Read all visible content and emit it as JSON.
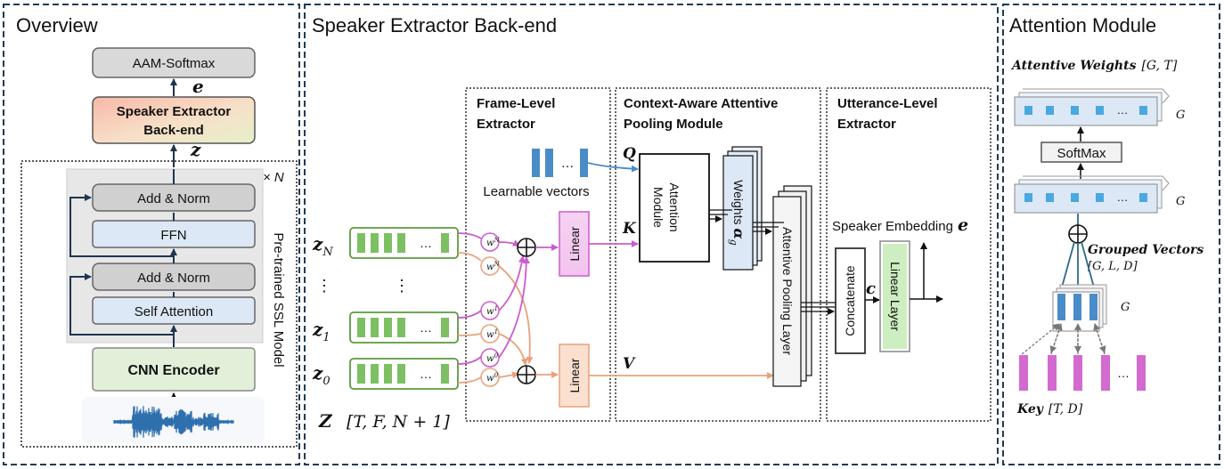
{
  "overview": {
    "title": "Overview",
    "aam_softmax": "AAM-Softmax",
    "e": "e",
    "backend_line1": "Speaker Extractor",
    "backend_line2": "Back-end",
    "z": "z",
    "times_n": "× N",
    "add_norm_top": "Add & Norm",
    "ffn": "FFN",
    "add_norm_bottom": "Add & Norm",
    "self_attention": "Self Attention",
    "cnn_encoder": "CNN Encoder",
    "ssl_label": "Pre-trained SSL Model"
  },
  "backend": {
    "title": "Speaker Extractor Back-end",
    "frame_title_1": "Frame-Level",
    "frame_title_2": "Extractor",
    "pool_title_1": "Context-Aware Attentive",
    "pool_title_2": "Pooling Module",
    "utt_title_1": "Utterance-Level",
    "utt_title_2": "Extractor",
    "learnable": "Learnable vectors",
    "ellipsis": "…",
    "vdots": "⋮",
    "zN": "z",
    "zN_sub": "N",
    "z1": "z",
    "z1_sub": "1",
    "z0": "z",
    "z0_sub": "0",
    "Z": "Z",
    "Z_shape": "[T, F, N + 1]",
    "Q": "Q",
    "K": "K",
    "V": "V",
    "linear_top": "Linear",
    "linear_bottom": "Linear",
    "attention_module_1": "Attention",
    "attention_module_2": "Module",
    "weights": "Weights",
    "weights_sym": "α",
    "weights_sub": "g",
    "attentive_pooling": "Attentive Pooling Layer",
    "speaker_embedding": "Speaker Embedding",
    "e": "e",
    "concatenate": "Concatenate",
    "c": "c",
    "linear_layer": "Linear Layer",
    "wkN": "w",
    "wkN_sup": "N",
    "wkN_sub": "k",
    "wvN_sup": "N",
    "wvN_sub": "v",
    "wk1_sup": "1",
    "wk1_sub": "k",
    "wv1_sup": "1",
    "wv1_sub": "v",
    "wk0_sup": "0",
    "wk0_sub": "k",
    "wv0_sup": "0",
    "wv0_sub": "v"
  },
  "attention": {
    "title": "Attention Module",
    "attentive_weights": "Attentive Weights",
    "attentive_weights_shape": "[G, T]",
    "G": "G",
    "softmax": "SoftMax",
    "grouped_vectors": "Grouped Vectors",
    "grouped_shape": "[G, L, D]",
    "key": "Key",
    "key_shape": "[T, D]",
    "ellipsis": "…"
  },
  "colors": {
    "dash_border": "#1f3b57",
    "green_fill": "#e3f1d9",
    "green_stroke": "#5c9a3c",
    "blue_fill": "#dce8f5",
    "gray_fill": "#d9d9d9",
    "pink": "#cc5bcc",
    "orange": "#e8a27a",
    "blue_line": "#4a8cc8",
    "teal_line": "#2d6b8a"
  }
}
